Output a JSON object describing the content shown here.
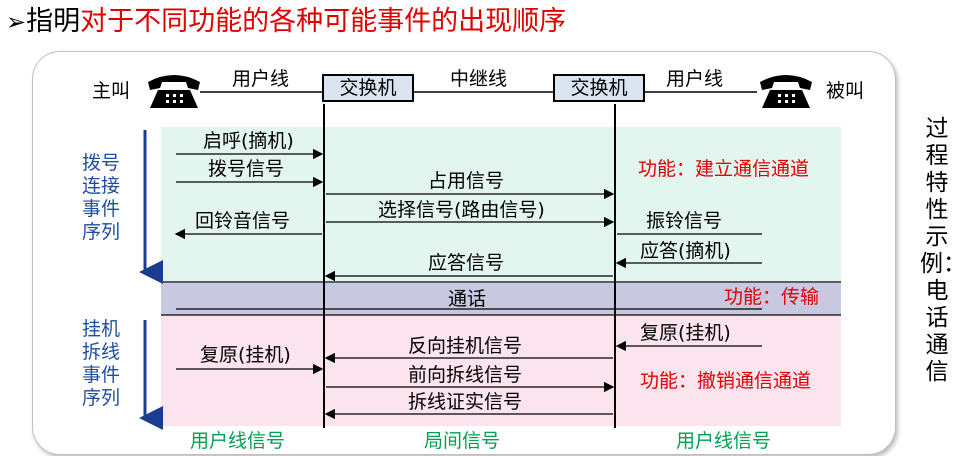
{
  "title": {
    "bullet": "➢",
    "prefix": "指明",
    "highlight": "对于不同功能的各种可能事件的出现顺序"
  },
  "header": {
    "caller": "主叫",
    "callee": "被叫",
    "line_left": "用户线",
    "trunk": "中继线",
    "line_right": "用户线",
    "switch_left": "交换机",
    "switch_right": "交换机"
  },
  "phases": {
    "dial": "拨号\n连接\n事件\n序列",
    "hangup": "挂机\n拆线\n事件\n序列"
  },
  "signals": {
    "offhook": "启呼(摘机)",
    "dial_signal": "拨号信号",
    "ringback": "回铃音信号",
    "seize": "占用信号",
    "select": "选择信号(路由信号)",
    "answer": "应答信号",
    "ringing": "振铃信号",
    "answer_offhook": "应答(摘机)",
    "talk": "通话",
    "restore_left": "复原(挂机)",
    "reverse_hangup": "反向挂机信号",
    "forward_release": "前向拆线信号",
    "release_confirm": "拆线证实信号",
    "restore_right": "复原(挂机)"
  },
  "functions": {
    "establish": "功能：建立通信通道",
    "transmit": "功能：传输",
    "release": "功能：撤销通信通道"
  },
  "footer": {
    "left": "用户线信号",
    "middle": "局间信号",
    "right": "用户线信号"
  },
  "side_label": "过程特性示例：电话通信",
  "colors": {
    "band_top": "#e3f5ef",
    "band_mid": "#c8c8e0",
    "band_bottom": "#fbe4ee",
    "arrow_blue": "#1a3d8f",
    "red": "#e00000",
    "green": "#00a050"
  }
}
